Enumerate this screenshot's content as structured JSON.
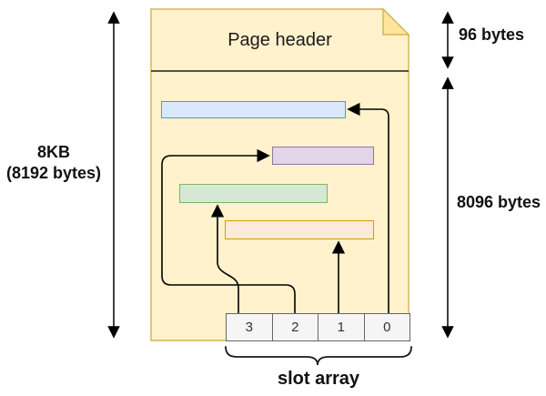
{
  "page": {
    "header_label": "Page header",
    "fill_color": "#FFF2CC",
    "border_color": "#D6B656",
    "fold_color": "#FFE599"
  },
  "dimensions": {
    "total": {
      "line1": "8KB",
      "line2": "(8192 bytes)"
    },
    "header": "96 bytes",
    "body": "8096 bytes"
  },
  "rows": [
    {
      "name": "blue-row",
      "slot": "0",
      "fill": "#DAE8FC",
      "border": "#6C8EBF"
    },
    {
      "name": "purple-row",
      "slot": "2",
      "fill": "#E1D5E7",
      "border": "#9673A6"
    },
    {
      "name": "green-row",
      "slot": "3",
      "fill": "#D5E8D4",
      "border": "#82B366"
    },
    {
      "name": "orange-row",
      "slot": "1",
      "fill": "#FCE9D9",
      "border": "#D79B00"
    }
  ],
  "slot_array": {
    "label": "slot array",
    "slots": [
      "3",
      "2",
      "1",
      "0"
    ],
    "cell_fill": "#F5F5F5",
    "cell_border": "#666666"
  }
}
